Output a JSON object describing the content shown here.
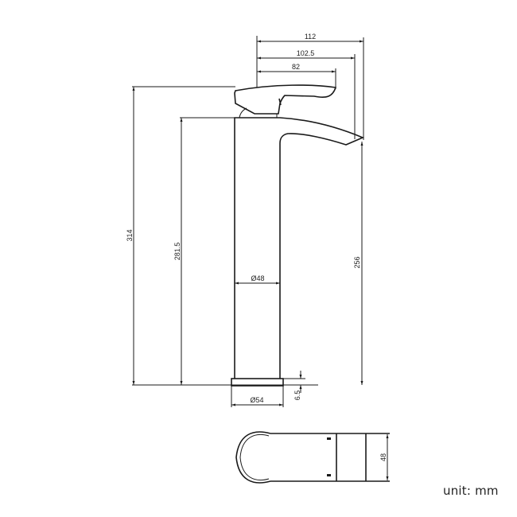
{
  "drawing": {
    "title": "Tall basin mixer tap technical drawing",
    "views": [
      "side-elevation",
      "top-plan"
    ],
    "line_color": "#1a1a1a",
    "background": "#ffffff"
  },
  "dimensions": {
    "overall_reach": "112",
    "spout_reach": "102.5",
    "handle_reach": "82",
    "overall_height": "314",
    "body_height": "281.5",
    "spout_outlet_height": "256",
    "body_diameter": "Ø48",
    "base_diameter": "Ø54",
    "base_height": "6.5",
    "top_view_width": "48"
  },
  "unit_label": "unit: mm"
}
